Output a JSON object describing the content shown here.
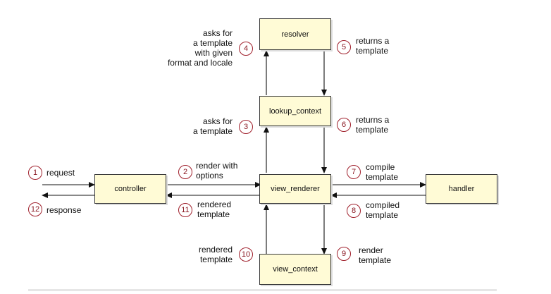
{
  "nodes": {
    "resolver": "resolver",
    "lookup_context": "lookup_context",
    "view_renderer": "view_renderer",
    "controller": "controller",
    "handler": "handler",
    "view_context": "view_context"
  },
  "steps": [
    {
      "num": "1",
      "label": "request"
    },
    {
      "num": "2",
      "label": "render with\noptions"
    },
    {
      "num": "3",
      "label": "asks for\na template"
    },
    {
      "num": "4",
      "label": "asks for\na template\nwith given\nformat and locale"
    },
    {
      "num": "5",
      "label": "returns a\ntemplate"
    },
    {
      "num": "6",
      "label": "returns a\ntemplate"
    },
    {
      "num": "7",
      "label": "compile\ntemplate"
    },
    {
      "num": "8",
      "label": "compiled\ntemplate"
    },
    {
      "num": "9",
      "label": "render\ntemplate"
    },
    {
      "num": "10",
      "label": "rendered\ntemplate"
    },
    {
      "num": "11",
      "label": "rendered\ntemplate"
    },
    {
      "num": "12",
      "label": "response"
    }
  ],
  "colors": {
    "box_fill": "#fffbd6",
    "step_circle": "#a0202c",
    "arrow": "#111111"
  }
}
